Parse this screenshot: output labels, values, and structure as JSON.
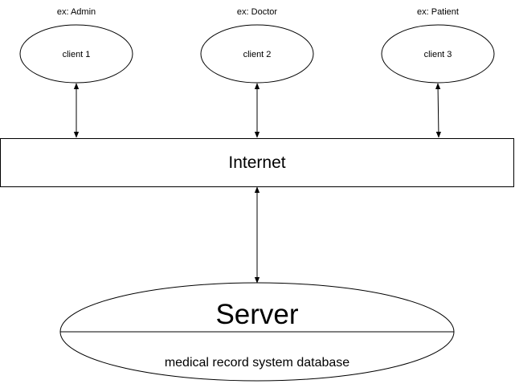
{
  "clients": [
    {
      "role": "ex: Admin",
      "label": "client 1"
    },
    {
      "role": "ex: Doctor",
      "label": "client 2"
    },
    {
      "role": "ex: Patient",
      "label": "client 3"
    }
  ],
  "internet": {
    "label": "Internet"
  },
  "server": {
    "title": "Server",
    "subtitle": "medical record system database"
  },
  "colors": {
    "stroke": "#000000",
    "fill": "#ffffff",
    "text": "#000000"
  }
}
